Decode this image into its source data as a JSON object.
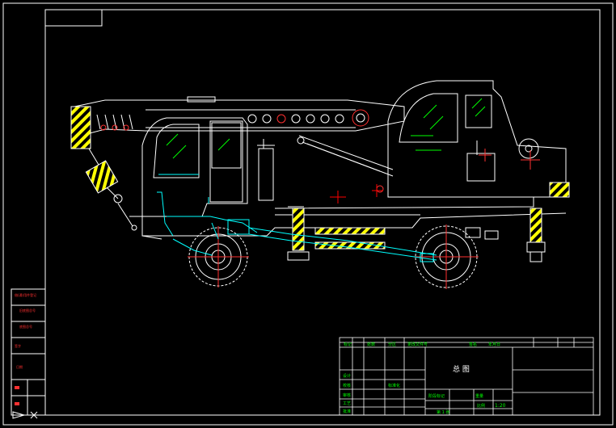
{
  "drawing": {
    "title": "总 图",
    "scale": "1:20",
    "sheet": "第 1 张"
  },
  "title_block": {
    "header_cells": [
      "标记",
      "处数",
      "分区",
      "更改文件号",
      "签名",
      "年月日"
    ],
    "stage_labels": [
      "阶段标记",
      "重量",
      "比例"
    ],
    "rows": [
      "设计",
      "校核",
      "审核",
      "工艺",
      "批准"
    ],
    "left_col_labels": [
      "标准化"
    ]
  },
  "side_stamps": [
    "借(通)用件登记",
    "旧底图总号",
    "底图总号",
    "签字",
    "日期"
  ],
  "colors": {
    "frame": "#ffffff",
    "crane": "#ffffff",
    "hydraulic": "#00ffff",
    "glass": "#00ff00",
    "center_marks": "#ff0000",
    "hazard_yellow": "#ffff00"
  },
  "icons": {
    "corner_arrow": "arrow-x-icon"
  }
}
